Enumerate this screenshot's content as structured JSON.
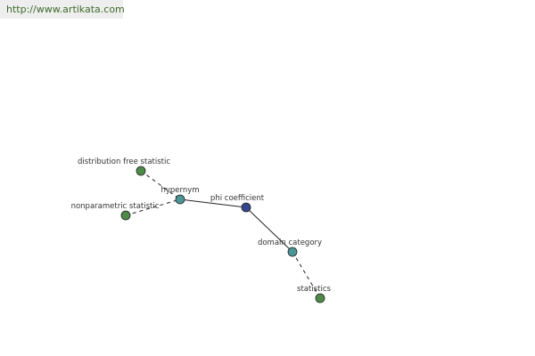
{
  "banner": {
    "text": "http://www.artikata.com",
    "text_color": "#3d6b2b",
    "background": "#eeeeee"
  },
  "colors": {
    "term_node": "#4f8a4a",
    "relation_node": "#4a9696",
    "root_node": "#34468f"
  },
  "graph": {
    "nodes": [
      {
        "id": "dfs",
        "label": "distribution free statistic",
        "kind": "term"
      },
      {
        "id": "nps",
        "label": "nonparametric statistic",
        "kind": "term"
      },
      {
        "id": "hyp",
        "label": "hypernym",
        "kind": "relation"
      },
      {
        "id": "phi",
        "label": "phi coefficient",
        "kind": "root"
      },
      {
        "id": "dom",
        "label": "domain category",
        "kind": "relation"
      },
      {
        "id": "stats",
        "label": "statistics",
        "kind": "term"
      }
    ],
    "edges": [
      {
        "from": "dfs",
        "to": "hyp",
        "style": "dashed"
      },
      {
        "from": "nps",
        "to": "hyp",
        "style": "dashed"
      },
      {
        "from": "hyp",
        "to": "phi",
        "style": "solid"
      },
      {
        "from": "phi",
        "to": "dom",
        "style": "solid"
      },
      {
        "from": "dom",
        "to": "stats",
        "style": "dashed"
      }
    ]
  }
}
